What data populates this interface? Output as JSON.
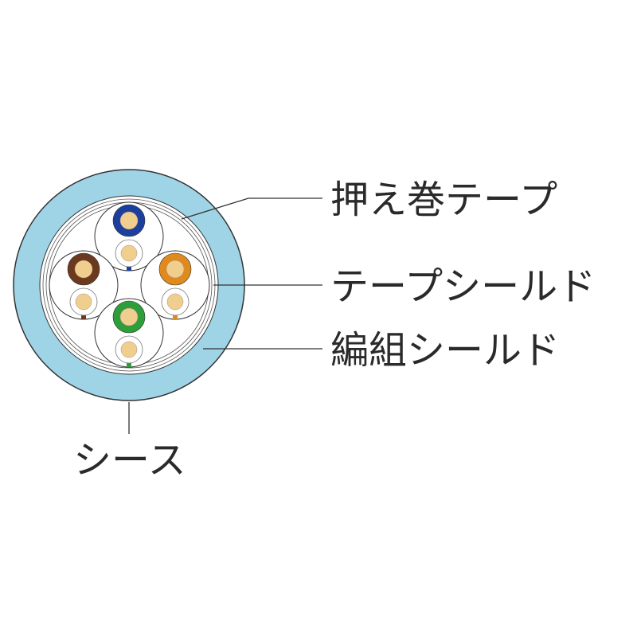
{
  "labels": {
    "wrap_tape": "押え巻テープ",
    "tape_shield": "テープシールド",
    "braid_shield": "編組シールド",
    "sheath": "シース"
  },
  "colors": {
    "sheath": "#9fd3e6",
    "outline": "#333333",
    "conductor": "#f0cf8e",
    "pair_colors": [
      "#1c3f9e",
      "#6b3a1e",
      "#e08a1e",
      "#2e9e3a"
    ]
  },
  "pairs": [
    "blue",
    "brown",
    "orange",
    "green"
  ]
}
